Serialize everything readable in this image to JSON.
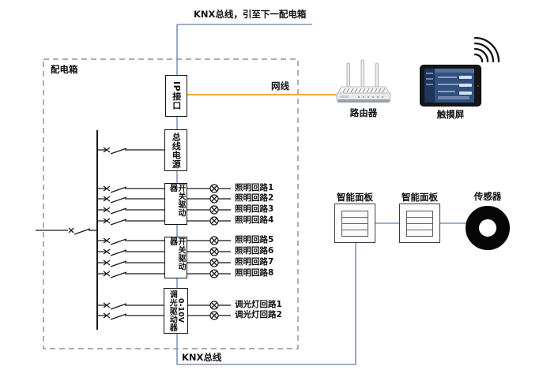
{
  "labels": {
    "knx_bus_top": "KNX总线，引至下一配电箱",
    "enclosure": "配电箱",
    "network_cable": "网线",
    "knx_bus_bottom": "KNX总线"
  },
  "boxes": {
    "ip_interface": "IP接口",
    "bus_power": "总线电源",
    "switch_driver_1": "开关驱动器",
    "switch_driver_2": "开关驱动器",
    "dimmer_driver": "调光驱动器",
    "dimmer_signal": "0-10V"
  },
  "circuits": {
    "lighting": [
      "照明回路1",
      "照明回路2",
      "照明回路3",
      "照明回路4",
      "照明回路5",
      "照明回路6",
      "照明回路7",
      "照明回路8"
    ],
    "dimming": [
      "调光灯回路1",
      "调光灯回路2"
    ]
  },
  "devices": {
    "router": "路由器",
    "touch_screen": "触摸屏",
    "smart_panel_1": "智能面板",
    "smart_panel_2": "智能面板",
    "sensor": "传感器"
  },
  "icons": {
    "wifi": "wifi-icon",
    "lamp": "lamp-icon",
    "breaker": "breaker-icon",
    "sensor_ring": "sensor-ring-icon"
  },
  "colors": {
    "knx_line": "#8096b8",
    "network_line": "#f3a83a",
    "power_line": "#1a1a1a"
  }
}
